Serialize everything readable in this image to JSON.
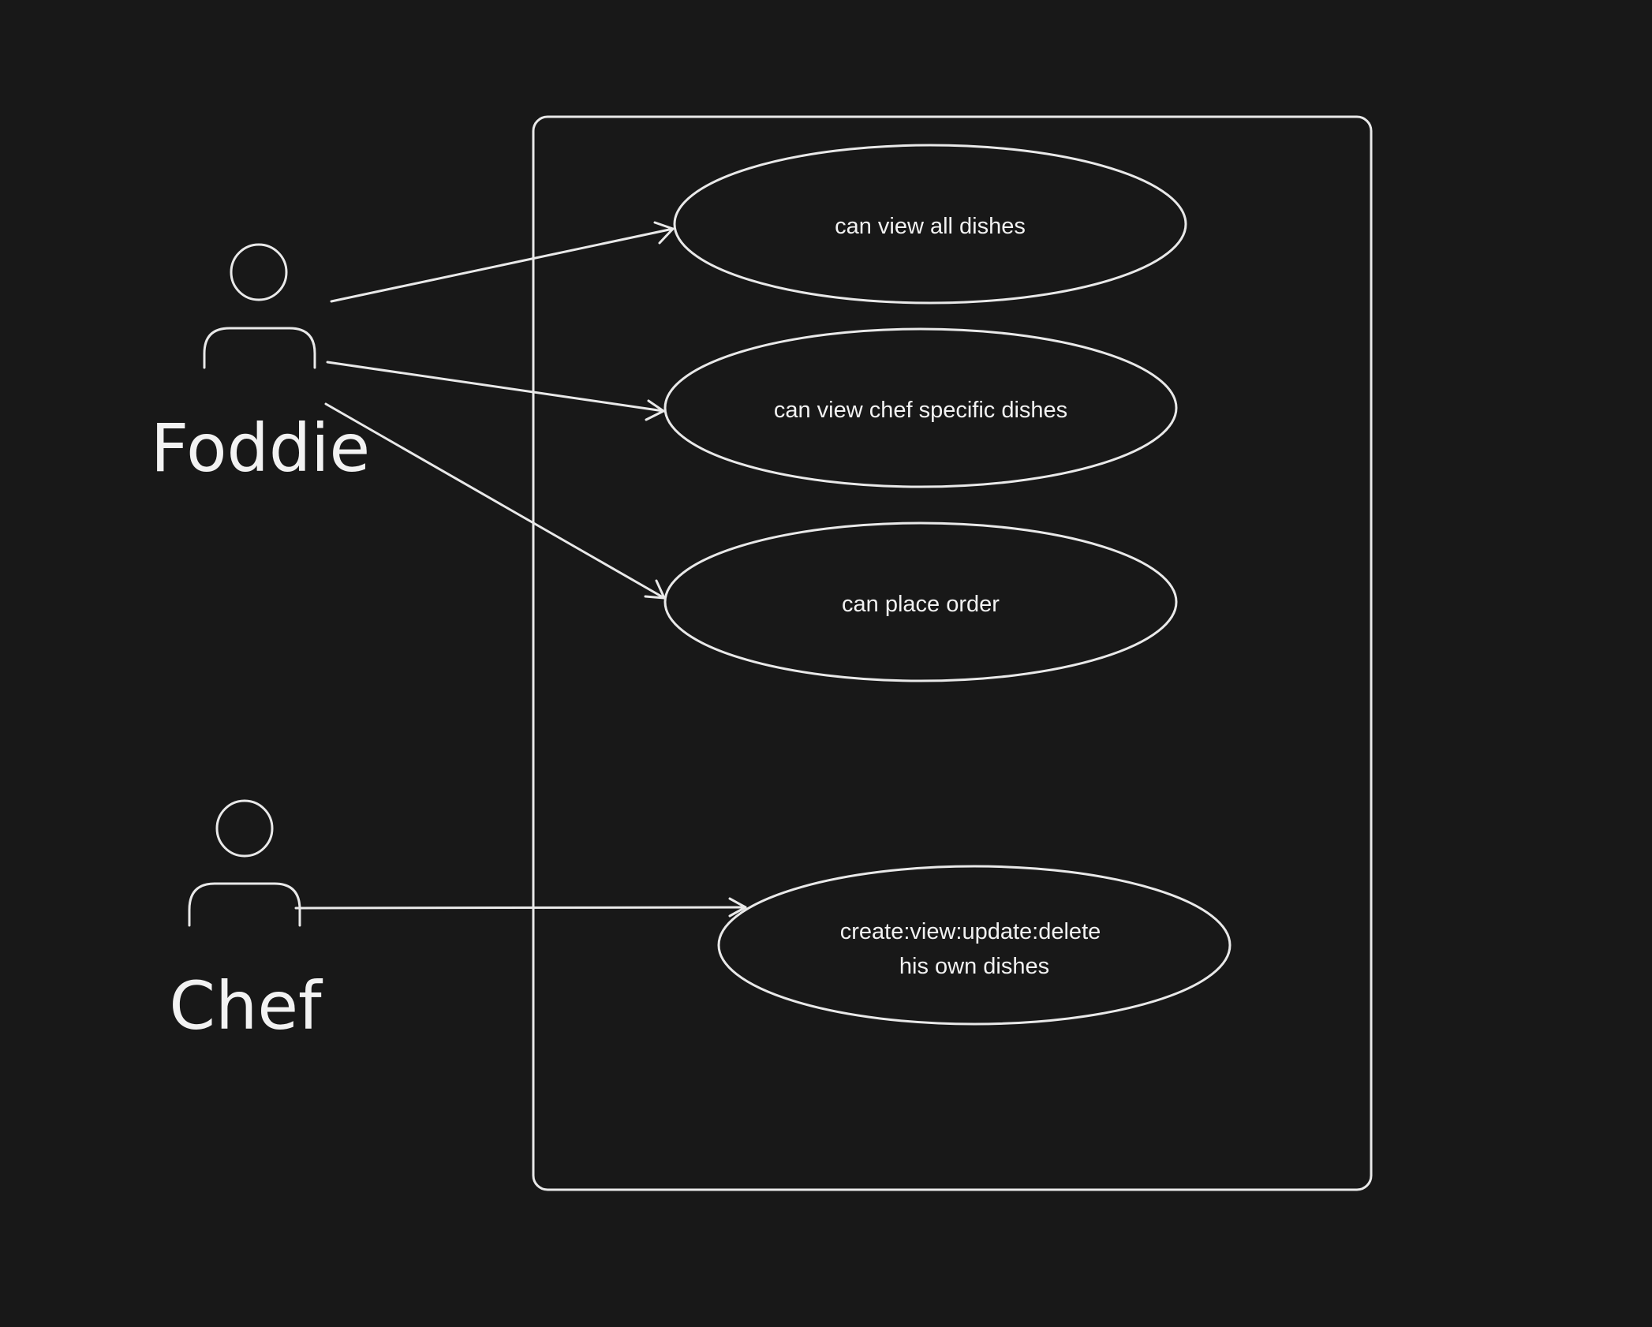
{
  "background": "#181818",
  "stroke_color": "#e9e9e9",
  "actors": [
    {
      "id": "foddie",
      "label": "Foddie"
    },
    {
      "id": "chef",
      "label": "Chef"
    }
  ],
  "use_cases": [
    {
      "id": "view-all",
      "lines": [
        "can view all dishes"
      ]
    },
    {
      "id": "view-chef",
      "lines": [
        "can view chef specific dishes"
      ]
    },
    {
      "id": "place-order",
      "lines": [
        "can place order"
      ]
    },
    {
      "id": "crud",
      "lines": [
        "create:view:update:delete",
        "his own dishes"
      ]
    }
  ],
  "associations": [
    {
      "from": "foddie",
      "to": "view-all"
    },
    {
      "from": "foddie",
      "to": "view-chef"
    },
    {
      "from": "foddie",
      "to": "place-order"
    },
    {
      "from": "chef",
      "to": "crud"
    }
  ]
}
